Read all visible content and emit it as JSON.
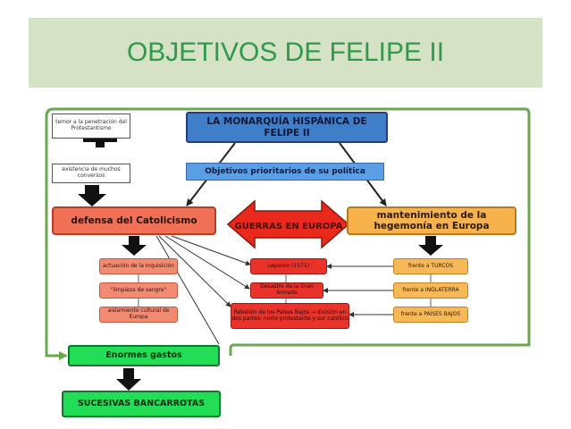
{
  "slide": {
    "title": "OBJETIVOS DE FELIPE II"
  },
  "diagram": {
    "monarchy": "LA MONARQUÍA HISPÁNICA DE FELIPE II",
    "objectives": "Objetivos prioritarios de su política",
    "fear": "temor a la penetración del Protestantismo",
    "converts": "existencia de muchos conversos",
    "defense": "defensa del Catolicismo",
    "wars": "GUERRAS EN EUROPA",
    "hegemony": "mantenimiento de la hegemonía en Europa",
    "inquisition": "actuación de la Inquisición",
    "blood": "\"limpieza de sangre\"",
    "isolation": "aislamiento cultural de Europa",
    "lepanto": "Lepanto (1571)",
    "armada": "Desastre de la Gran Armada",
    "netherlands": "Rebelión de los Países Bajos → división en dos partes: norte protestante y sur católico",
    "turks": "frente a TURCOS",
    "england": "frente a INGLATERRA",
    "lowlands": "frente a PAÍSES BAJOS",
    "expenses": "Enormes gastos",
    "bankruptcies": "SUCESIVAS BANCARROTAS"
  },
  "colors": {
    "title": "#2e9a4a",
    "title_band": "#d6e2c5",
    "frame": "#6aa84f",
    "blue": "#3f7ec9",
    "red": "#f07055",
    "orange": "#f7b24b",
    "green": "#22dd55"
  }
}
